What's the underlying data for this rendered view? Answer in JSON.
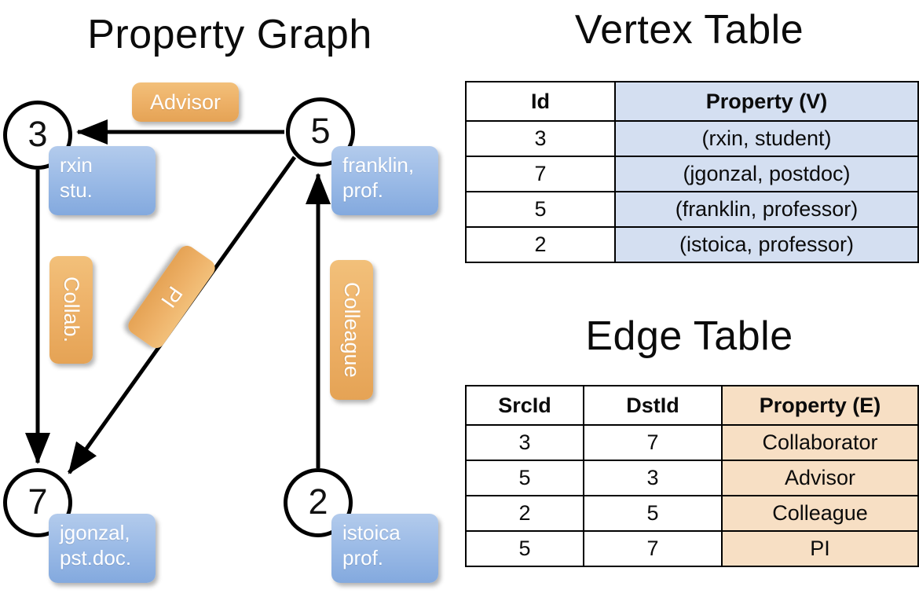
{
  "titles": {
    "property_graph": "Property Graph",
    "vertex_table": "Vertex Table",
    "edge_table": "Edge Table"
  },
  "colors": {
    "vertex_property_fill": "#d4dff1",
    "edge_property_fill": "#f7dfc4",
    "node_box_fill": "#9dbce7",
    "edge_label_fill": "#eeb269",
    "stroke": "#000000"
  },
  "graph": {
    "nodes": [
      {
        "id": "3",
        "property_line1": "rxin",
        "property_line2": "stu."
      },
      {
        "id": "5",
        "property_line1": "franklin,",
        "property_line2": "prof."
      },
      {
        "id": "7",
        "property_line1": "jgonzal,",
        "property_line2": "pst.doc."
      },
      {
        "id": "2",
        "property_line1": "istoica",
        "property_line2": "prof."
      }
    ],
    "edge_labels": [
      {
        "name": "advisor",
        "text": "Advisor"
      },
      {
        "name": "collab",
        "text": "Collab."
      },
      {
        "name": "pi",
        "text": "PI"
      },
      {
        "name": "colleague",
        "text": "Colleague"
      }
    ],
    "edges": [
      {
        "from": "5",
        "to": "3",
        "label": "Advisor"
      },
      {
        "from": "3",
        "to": "7",
        "label": "Collab."
      },
      {
        "from": "5",
        "to": "7",
        "label": "PI"
      },
      {
        "from": "2",
        "to": "5",
        "label": "Colleague"
      }
    ]
  },
  "vertex_table": {
    "headers": [
      "Id",
      "Property (V)"
    ],
    "rows": [
      {
        "id": "3",
        "property": "(rxin, student)"
      },
      {
        "id": "7",
        "property": "(jgonzal, postdoc)"
      },
      {
        "id": "5",
        "property": "(franklin, professor)"
      },
      {
        "id": "2",
        "property": "(istoica, professor)"
      }
    ]
  },
  "edge_table": {
    "headers": [
      "SrcId",
      "DstId",
      "Property (E)"
    ],
    "rows": [
      {
        "src": "3",
        "dst": "7",
        "property": "Collaborator"
      },
      {
        "src": "5",
        "dst": "3",
        "property": "Advisor"
      },
      {
        "src": "2",
        "dst": "5",
        "property": "Colleague"
      },
      {
        "src": "5",
        "dst": "7",
        "property": "PI"
      }
    ]
  }
}
